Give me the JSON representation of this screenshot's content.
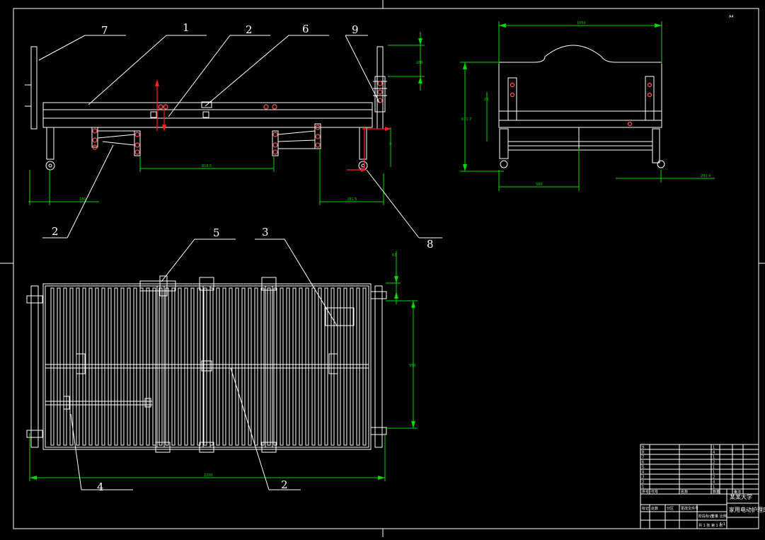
{
  "drawing": {
    "background": "#000000",
    "line_color": "#ffffff",
    "dimension_color": "#00d800",
    "highlight_color": "#ff2020",
    "sheet_mark": "A4"
  },
  "callouts": {
    "c7": "7",
    "c1": "1",
    "c2a": "2",
    "c6": "6",
    "c9": "9",
    "c2b": "2",
    "c8": "8",
    "c5": "5",
    "c3": "3",
    "c4": "4",
    "c2c": "2"
  },
  "dimensions": {
    "side_left": "180",
    "side_mid": "816.5",
    "side_right": "281.5",
    "side_top_right": "286",
    "side_v": "9",
    "end_width": "1050",
    "end_height": "671.7",
    "end_bottom": "580",
    "end_right": "281.4",
    "end_small": "23",
    "plan_length": "2200",
    "plan_width": "950",
    "plan_small": "63"
  },
  "title_block": {
    "school": "某某大学",
    "title": "家用电动护理床",
    "parts_rows": [
      [
        "9",
        "",
        "",
        "1",
        ""
      ],
      [
        "8",
        "",
        "",
        "4",
        ""
      ],
      [
        "7",
        "",
        "",
        "1",
        ""
      ],
      [
        "6",
        "",
        "",
        "2",
        ""
      ],
      [
        "5",
        "",
        "",
        "1",
        ""
      ],
      [
        "4",
        "",
        "",
        "1",
        ""
      ],
      [
        "3",
        "",
        "",
        "2",
        ""
      ],
      [
        "2",
        "",
        "",
        "4",
        ""
      ],
      [
        "1",
        "",
        "",
        "1",
        ""
      ]
    ],
    "header": [
      "序号",
      "代号",
      "名称",
      "数量",
      "备注"
    ],
    "footer_left": [
      "标记",
      "处数",
      "分区",
      "更改文件号",
      "签名",
      "日期"
    ],
    "footer_right": [
      "阶段标记",
      "重量",
      "比例",
      "1:1"
    ],
    "sheet": "共 1 张 第 1 张"
  }
}
